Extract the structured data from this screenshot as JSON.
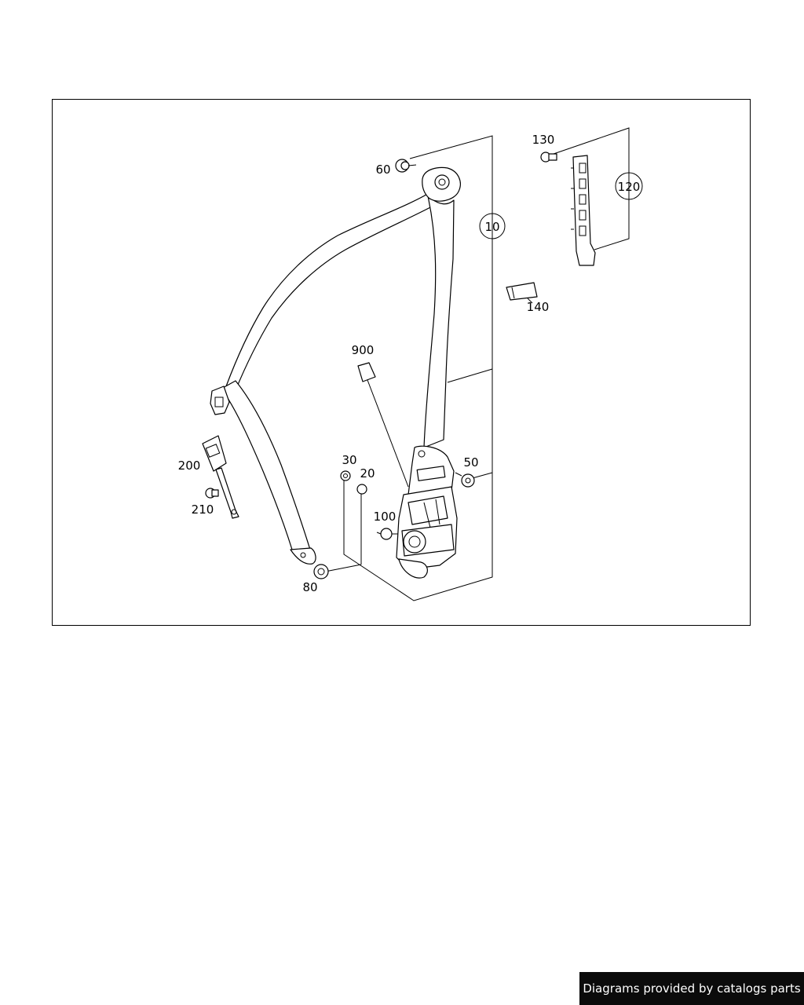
{
  "diagram": {
    "callouts": {
      "c10": "10",
      "c20": "20",
      "c30": "30",
      "c50": "50",
      "c60": "60",
      "c80": "80",
      "c100": "100",
      "c120": "120",
      "c130": "130",
      "c140": "140",
      "c200": "200",
      "c210": "210",
      "c900": "900"
    }
  },
  "footer": {
    "credit": "Diagrams provided by catalogs parts"
  },
  "colors": {
    "line": "#000000",
    "background": "#ffffff",
    "footer_bg": "#0b0b0b",
    "footer_text": "#ffffff"
  }
}
